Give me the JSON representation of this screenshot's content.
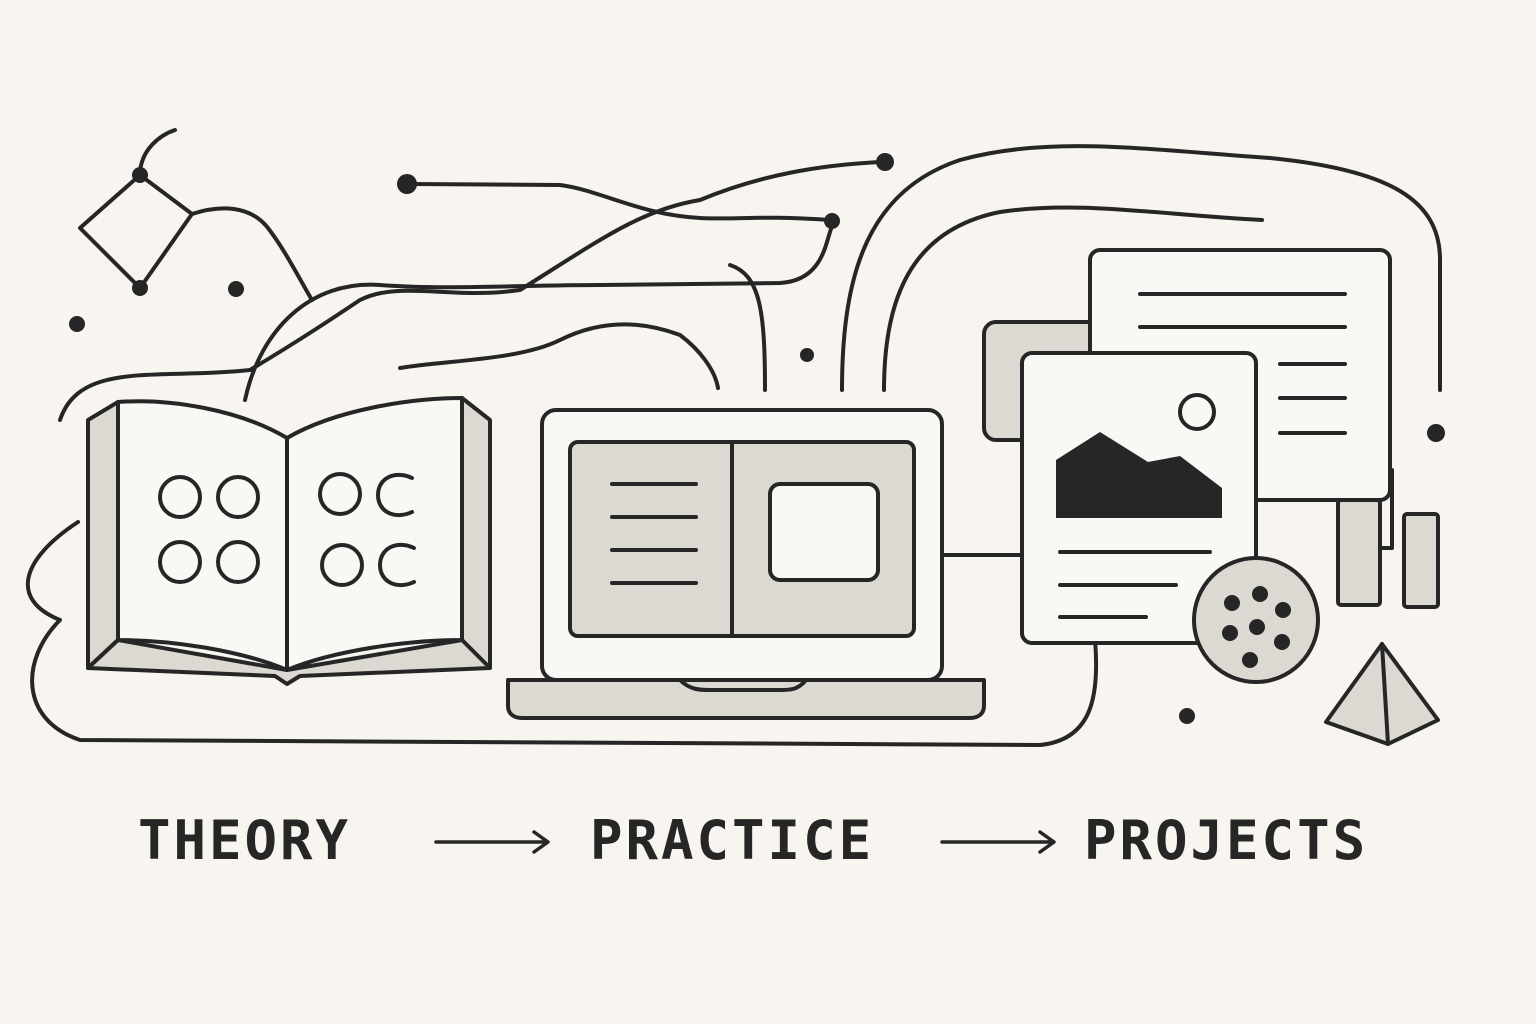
{
  "flow": {
    "steps": [
      "THEORY",
      "PRACTICE",
      "PROJECTS"
    ]
  },
  "colors": {
    "background": "#f8f5f0",
    "ink": "#262626",
    "shade": "#dcd8d2"
  },
  "icons": [
    "open-book-icon",
    "laptop-icon",
    "document-stack-icon",
    "image-card-icon",
    "film-reel-icon",
    "pyramid-icon",
    "network-node-icon"
  ]
}
